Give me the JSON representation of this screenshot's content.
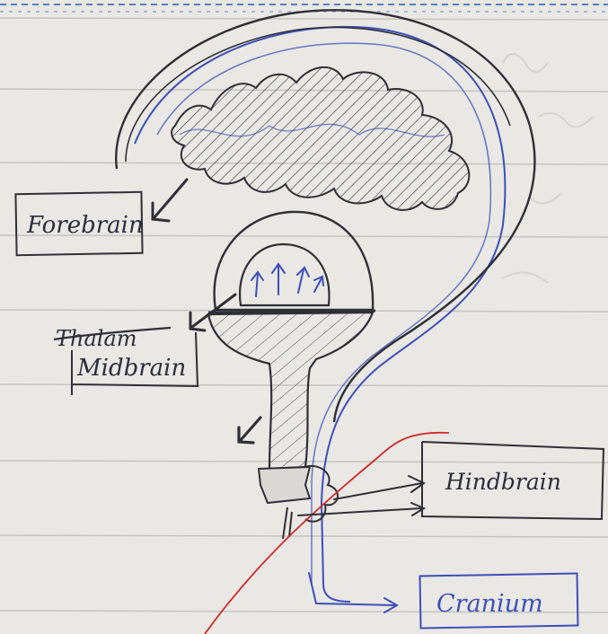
{
  "labels": {
    "forebrain": "Forebrain",
    "thalam_struck": "Thalam",
    "midbrain": "Midbrain",
    "hindbrain": "Hindbrain",
    "cranium": "Cranium"
  },
  "colors": {
    "paper": "#e9e8e4",
    "rule_line": "#c4c4c2",
    "pencil_ink": "#2f2f36",
    "blue_ink": "#3d4fb8",
    "red_line": "#d22a2a",
    "dashed_border": "#5a7fc0"
  }
}
